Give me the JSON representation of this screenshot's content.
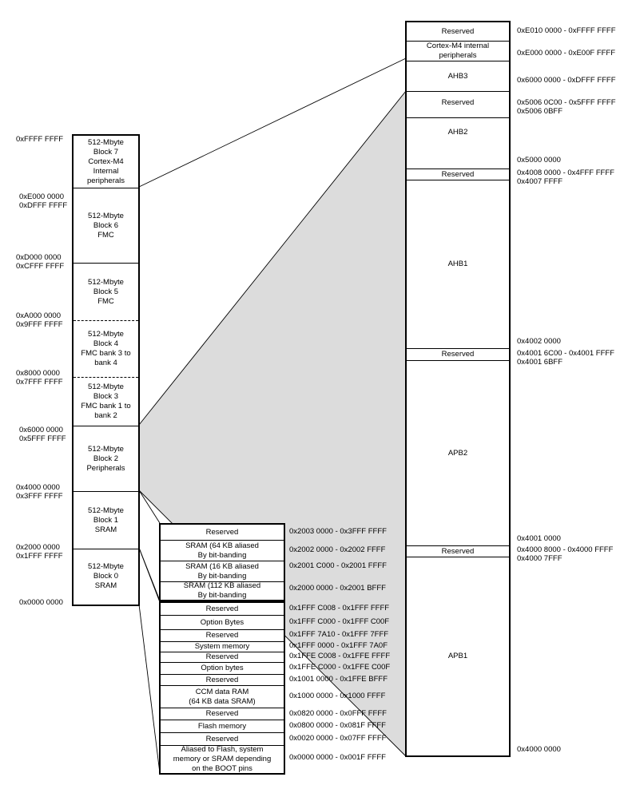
{
  "main_blocks": [
    {
      "label": "512-Mbyte\nBlock 7\nCortex-M4\nInternal\nperipherals"
    },
    {
      "label": "512-Mbyte\nBlock 6\nFMC"
    },
    {
      "label": "512-Mbyte\nBlock 5\nFMC"
    },
    {
      "label": "512-Mbyte\nBlock 4\nFMC bank 3 to\nbank 4"
    },
    {
      "label": "512-Mbyte\nBlock 3\nFMC bank 1 to\nbank 2"
    },
    {
      "label": "512-Mbyte\nBlock 2\nPeripherals"
    },
    {
      "label": "512-Mbyte\nBlock 1\nSRAM"
    },
    {
      "label": "512-Mbyte\nBlock 0\nSRAM"
    }
  ],
  "main_addresses": [
    "0xFFFF FFFF",
    "0xE000 0000\n0xDFFF FFFF",
    "0xD000 0000\n0xCFFF FFFF",
    "0xA000 0000\n0x9FFF FFFF",
    "0x8000 0000\n0x7FFF FFFF",
    "0x6000 0000\n0x5FFF FFFF",
    "0x4000 0000\n0x3FFF FFFF",
    "0x2000 0000\n0x1FFF FFFF",
    "0x0000 0000"
  ],
  "sram_regions": [
    {
      "label": "Reserved",
      "address": "0x2003 0000 - 0x3FFF FFFF"
    },
    {
      "label": "SRAM (64 KB aliased\nBy bit-banding",
      "address": "0x2002 0000 - 0x2002 FFFF"
    },
    {
      "label": "SRAM (16 KB aliased\nBy bit-banding",
      "address": "0x2001 C000 - 0x2001 FFFF"
    },
    {
      "label": "SRAM (112 KB aliased\nBy bit-banding",
      "address": "0x2000 0000 - 0x2001 BFFF"
    }
  ],
  "code_regions": [
    {
      "label": "Reserved",
      "address": "0x1FFF C008 - 0x1FFF FFFF"
    },
    {
      "label": "Option Bytes",
      "address": "0x1FFF C000 - 0x1FFF C00F"
    },
    {
      "label": "Reserved",
      "address": "0x1FFF 7A10 - 0x1FFF 7FFF"
    },
    {
      "label": "System memory",
      "address": "0x1FFF 0000 - 0x1FFF 7A0F"
    },
    {
      "label": "Reserved",
      "address": "0x1FFE C008 - 0x1FFE FFFF"
    },
    {
      "label": "Option bytes",
      "address": "0x1FFE C000 - 0x1FFE C00F"
    },
    {
      "label": "Reserved",
      "address": "0x1001 0000 - 0x1FFE BFFF"
    },
    {
      "label": "CCM data RAM\n(64 KB data SRAM)",
      "address": "0x1000 0000 - 0x1000 FFFF"
    },
    {
      "label": "Reserved",
      "address": "0x0820 0000 - 0x0FFF FFFF"
    },
    {
      "label": "Flash memory",
      "address": "0x0800 0000 - 0x081F FFFF"
    },
    {
      "label": "Reserved",
      "address": "0x0020 0000 - 0x07FF FFFF"
    },
    {
      "label": "Aliased to Flash, system\nmemory or SRAM depending\non the BOOT pins",
      "address": "0x0000 0000 - 0x001F FFFF"
    }
  ],
  "peripheral_regions": [
    {
      "label": "Reserved"
    },
    {
      "label": "Cortex-M4 internal\nperipherals"
    },
    {
      "label": "AHB3"
    },
    {
      "label": "Reserved"
    },
    {
      "label": "AHB2"
    },
    {
      "label": "Reserved"
    },
    {
      "label": "AHB1"
    },
    {
      "label": "Reserved"
    },
    {
      "label": "APB2"
    },
    {
      "label": "Reserved"
    },
    {
      "label": "APB1"
    }
  ],
  "peripheral_addresses": [
    "0xE010 0000 - 0xFFFF FFFF",
    "0xE000 0000 - 0xE00F FFFF",
    "0x6000 0000 - 0xDFFF FFFF",
    "0x5006 0C00 - 0x5FFF FFFF\n0x5006 0BFF",
    "0x5000 0000",
    "0x4008 0000 - 0x4FFF FFFF\n0x4007 FFFF",
    "0x4002 0000",
    "0x4001 6C00 - 0x4001 FFFF\n0x4001 6BFF",
    "0x4001 0000",
    "0x4000 8000 - 0x4000 FFFF\n0x4000 7FFF",
    "0x4000 0000"
  ]
}
